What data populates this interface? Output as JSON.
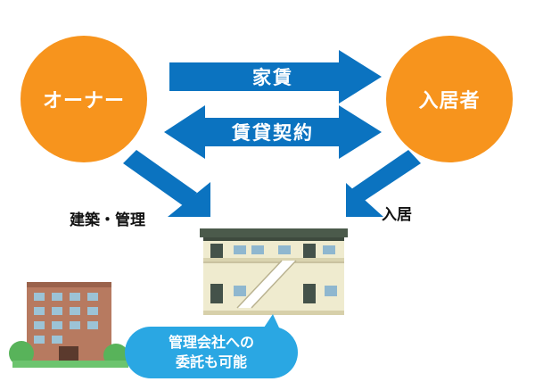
{
  "nodes": {
    "owner": {
      "label": "オーナー"
    },
    "tenant": {
      "label": "入居者"
    }
  },
  "arrows": {
    "rent": {
      "label": "家賃"
    },
    "contract": {
      "label": "賃貸契約"
    }
  },
  "labels": {
    "owner_to_building": "建築・管理",
    "tenant_to_building": "入居"
  },
  "bubble": {
    "line1": "管理会社への",
    "line2": "委託も可能"
  },
  "icons": {
    "building_small": "office-building-icon",
    "building_large": "apartment-building-icon"
  },
  "colors": {
    "orange": "#F7941D",
    "blue": "#0B73C0",
    "bubble_blue": "#2AA7E3",
    "apartment_body": "#EFEBCF",
    "roof": "#4B5A4B",
    "brick": "#B77A60"
  }
}
